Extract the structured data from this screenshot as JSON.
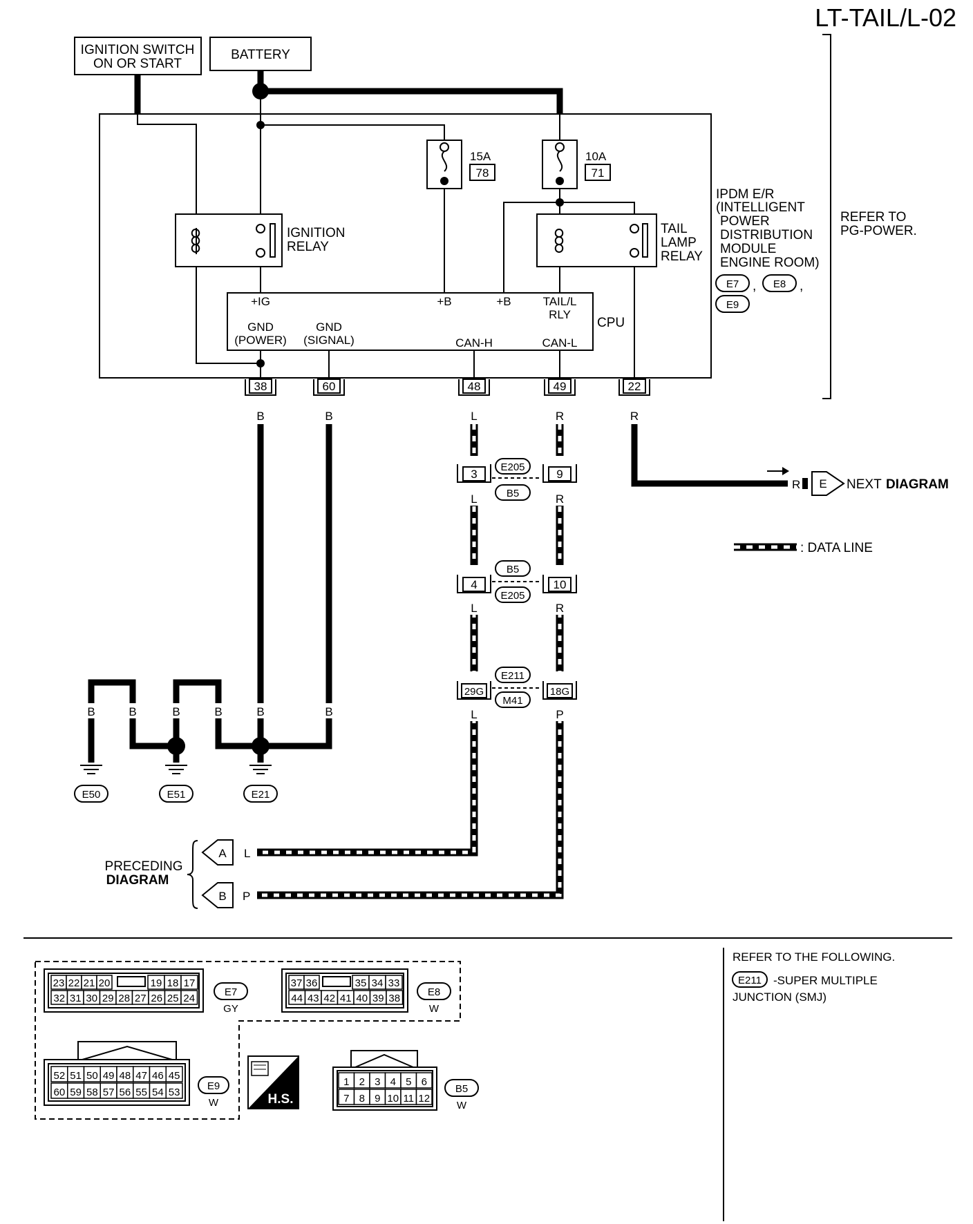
{
  "page_id": "LT-TAIL/L-02",
  "sources": {
    "ignition_line1": "IGNITION SWITCH",
    "ignition_line2": "ON OR START",
    "battery": "BATTERY"
  },
  "fuses": [
    {
      "rating": "15A",
      "number": "78"
    },
    {
      "rating": "10A",
      "number": "71"
    }
  ],
  "relays": {
    "ignition": [
      "IGNITION",
      "RELAY"
    ],
    "tail_lamp": [
      "TAIL",
      "LAMP",
      "RELAY"
    ]
  },
  "ipdm": {
    "lines": [
      "IPDM E/R",
      "(INTELLIGENT",
      "POWER",
      "DISTRIBUTION",
      "MODULE",
      "ENGINE ROOM)"
    ],
    "connectors": [
      "E7",
      "E8",
      "E9"
    ],
    "sep1": ",",
    "sep2": ",",
    "refer_line1": "REFER TO",
    "refer_line2": "PG-POWER."
  },
  "cpu": {
    "label": "CPU",
    "ig": "+IG",
    "b1": "+B",
    "b2": "+B",
    "tail_line1": "TAIL/L",
    "tail_line2": "RLY",
    "gnd_power_line1": "GND",
    "gnd_power_line2": "(POWER)",
    "gnd_signal_line1": "GND",
    "gnd_signal_line2": "(SIGNAL)",
    "can_h": "CAN-H",
    "can_l": "CAN-L"
  },
  "terminals": [
    {
      "pin": "38",
      "wire": "B"
    },
    {
      "pin": "60",
      "wire": "B"
    },
    {
      "pin": "48",
      "wire": "L"
    },
    {
      "pin": "49",
      "wire": "R"
    },
    {
      "pin": "22",
      "wire": "R"
    }
  ],
  "inline_connectors": [
    {
      "left_pin": "3",
      "right_pin": "9",
      "top": "E205",
      "bottom": "B5",
      "left_wire": "L",
      "right_wire": "R"
    },
    {
      "left_pin": "4",
      "right_pin": "10",
      "top": "B5",
      "bottom": "E205",
      "left_wire": "L",
      "right_wire": "R"
    },
    {
      "left_pin": "29G",
      "right_pin": "18G",
      "top": "E211",
      "bottom": "M41",
      "left_wire": "L",
      "right_wire": "P"
    }
  ],
  "grounds": {
    "wire_labels": [
      "B",
      "B",
      "B",
      "B",
      "B",
      "B"
    ],
    "ids": [
      "E50",
      "E51",
      "E21"
    ]
  },
  "next_diagram": {
    "wire": "R",
    "connector": "E",
    "label_a": "NEXT",
    "label_b": "DIAGRAM"
  },
  "preceding": {
    "line1": "PRECEDING",
    "line2": "DIAGRAM",
    "a_letter": "A",
    "a_wire": "L",
    "b_letter": "B",
    "b_wire": "P"
  },
  "legend": {
    "data_line": ": DATA LINE"
  },
  "connector_views": {
    "e7": {
      "id": "E7",
      "color": "GY",
      "top": [
        "23",
        "22",
        "21",
        "20",
        "19",
        "18",
        "17"
      ],
      "bottom": [
        "32",
        "31",
        "30",
        "29",
        "28",
        "27",
        "26",
        "25",
        "24"
      ]
    },
    "e8": {
      "id": "E8",
      "color": "W",
      "top": [
        "37",
        "36",
        "35",
        "34",
        "33"
      ],
      "bottom": [
        "44",
        "43",
        "42",
        "41",
        "40",
        "39",
        "38"
      ]
    },
    "e9": {
      "id": "E9",
      "color": "W",
      "top": [
        "52",
        "51",
        "50",
        "49",
        "48",
        "47",
        "46",
        "45"
      ],
      "bottom": [
        "60",
        "59",
        "58",
        "57",
        "56",
        "55",
        "54",
        "53"
      ]
    },
    "b5": {
      "id": "B5",
      "color": "W",
      "top": [
        "1",
        "2",
        "3",
        "4",
        "5",
        "6"
      ],
      "bottom": [
        "7",
        "8",
        "9",
        "10",
        "11",
        "12"
      ]
    },
    "hs_label": "H.S."
  },
  "refer_following": {
    "line1": "REFER TO THE FOLLOWING.",
    "connector": "E211",
    "desc_line1": "-SUPER MULTIPLE",
    "desc_line2": "JUNCTION (SMJ)"
  }
}
